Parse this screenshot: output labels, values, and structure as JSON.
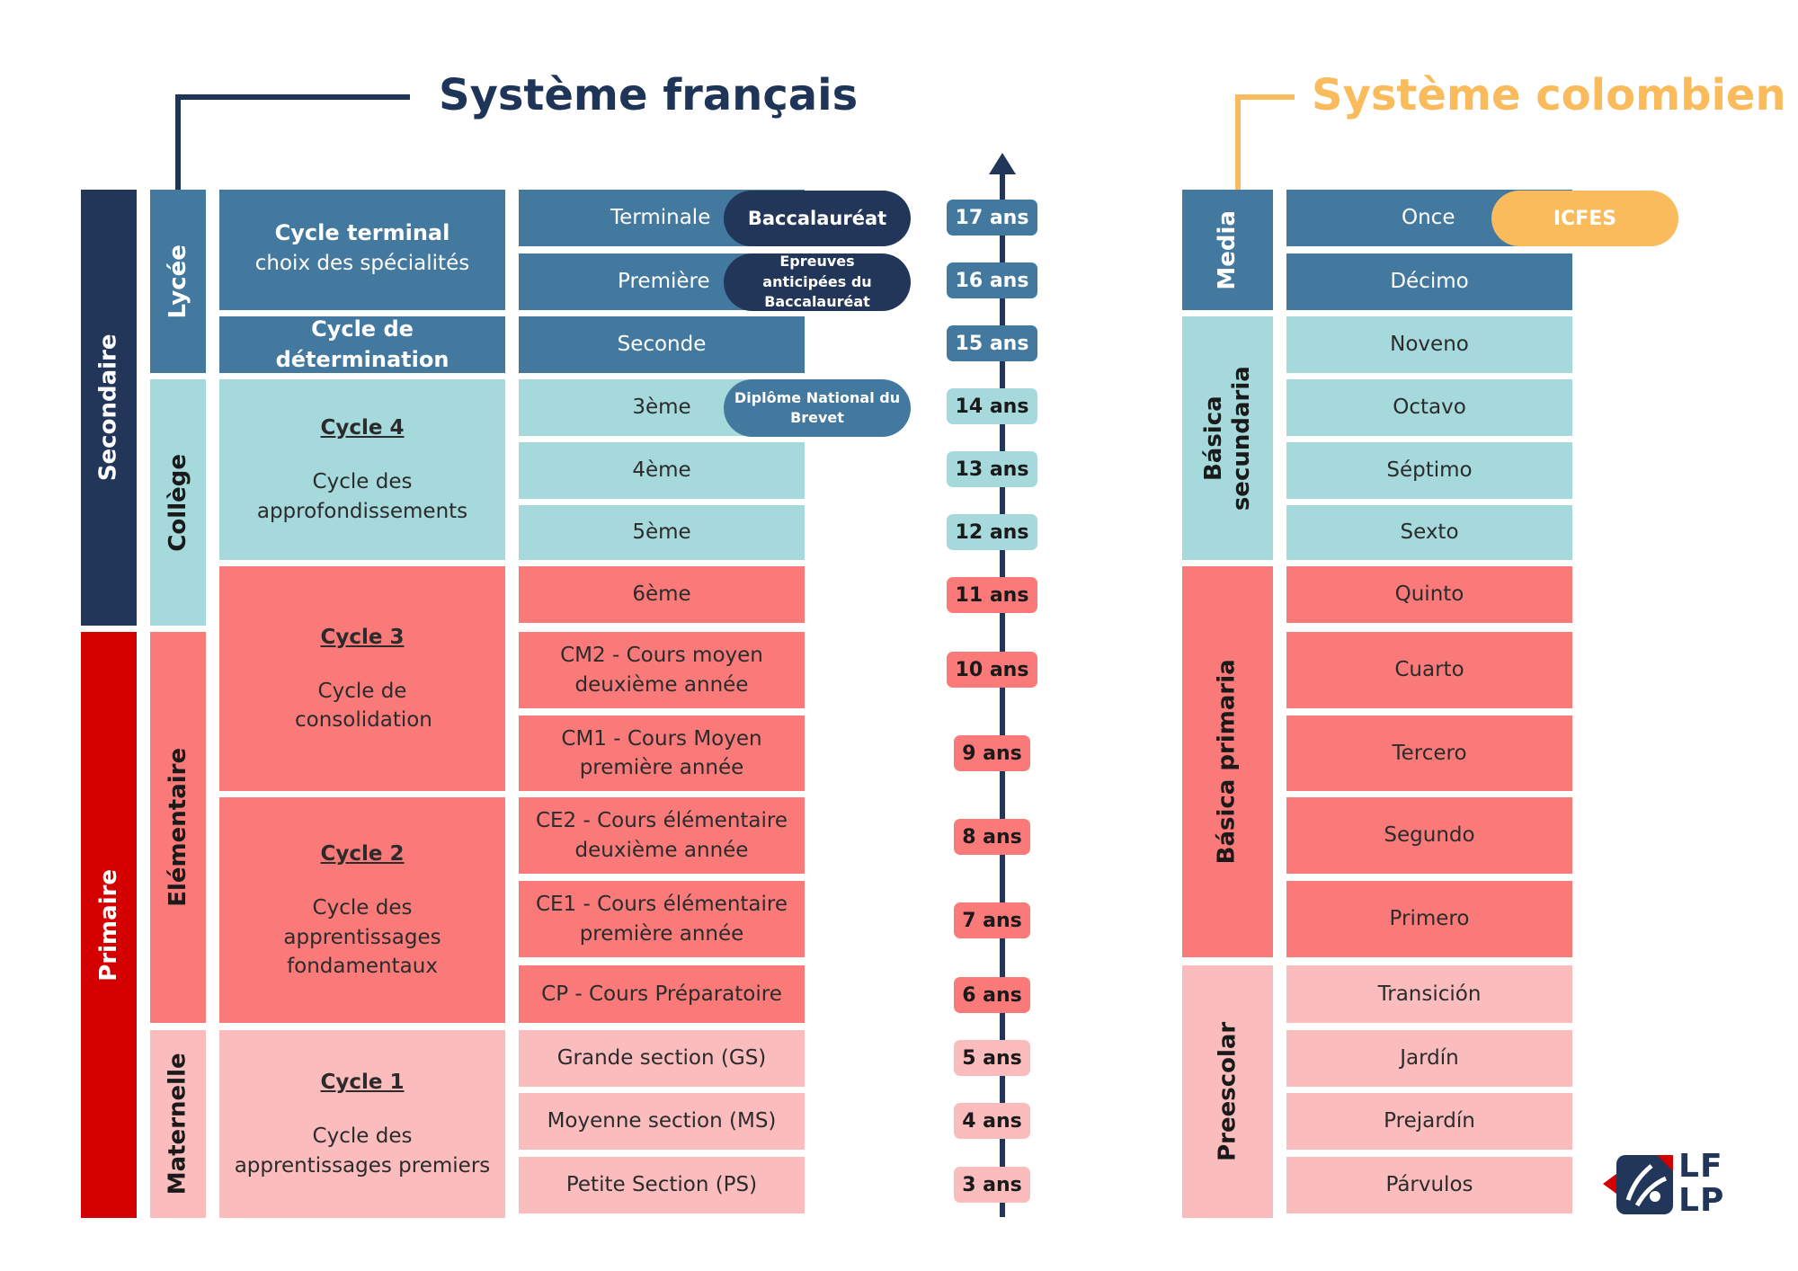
{
  "french": {
    "title": "Système français",
    "levels": [
      {
        "label": "Secondaire"
      },
      {
        "label": "Primaire"
      }
    ],
    "schools": [
      {
        "label": "Lycée"
      },
      {
        "label": "Collège"
      },
      {
        "label": "Elémentaire"
      },
      {
        "label": "Maternelle"
      }
    ],
    "cycles": [
      {
        "title": "Cycle terminal",
        "subtitle": "choix des spécialités"
      },
      {
        "title": "Cycle de détermination",
        "subtitle": ""
      },
      {
        "title": "Cycle 4",
        "subtitle": "Cycle des approfondissements"
      },
      {
        "title": "Cycle 3",
        "subtitle": "Cycle de consolidation"
      },
      {
        "title": "Cycle 2",
        "subtitle": "Cycle des apprentissages fondamentaux"
      },
      {
        "title": "Cycle 1",
        "subtitle": "Cycle des apprentissages premiers"
      }
    ],
    "grades": [
      "Terminale",
      "Première",
      "Seconde",
      "3ème",
      "4ème",
      "5ème",
      "6ème",
      "CM2 - Cours moyen deuxième année",
      "CM1 - Cours Moyen première année",
      "CE2 - Cours élémentaire deuxième année",
      "CE1 - Cours élémentaire première année",
      "CP - Cours Préparatoire",
      "Grande section (GS)",
      "Moyenne section (MS)",
      "Petite Section (PS)"
    ],
    "exams": [
      "Baccalauréat",
      "Epreuves anticipées du Baccalauréat",
      "Diplôme National du Brevet"
    ]
  },
  "ages": [
    "17 ans",
    "16 ans",
    "15 ans",
    "14 ans",
    "13 ans",
    "12 ans",
    "11 ans",
    "10 ans",
    "9 ans",
    "8 ans",
    "7 ans",
    "6 ans",
    "5 ans",
    "4 ans",
    "3 ans"
  ],
  "colombian": {
    "title": "Système colombien",
    "levels": [
      {
        "label": "Media"
      },
      {
        "label": "Básica secundaria"
      },
      {
        "label": "Básica primaria"
      },
      {
        "label": "Preescolar"
      }
    ],
    "grades": [
      "Once",
      "Décimo",
      "Noveno",
      "Octavo",
      "Séptimo",
      "Sexto",
      "Quinto",
      "Cuarto",
      "Tercero",
      "Segundo",
      "Primero",
      "Transición",
      "Jardín",
      "Prejardín",
      "Párvulos"
    ],
    "exam": "ICFES"
  },
  "logo": {
    "line1": "LF",
    "line2": "LP"
  },
  "colors": {
    "navy": "#213659",
    "blue": "#44799f",
    "teal": "#a6d9dc",
    "red": "#d40000",
    "coral": "#fa7a7a",
    "pink": "#fabcbc",
    "gold": "#f9bb5c"
  }
}
